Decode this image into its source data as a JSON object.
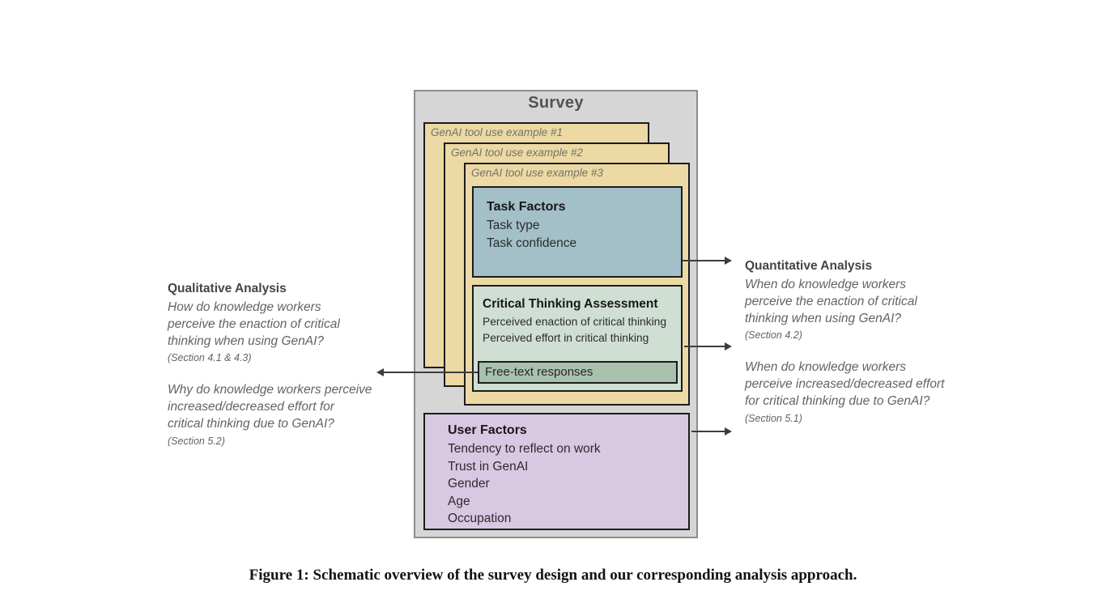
{
  "survey": {
    "title": "Survey",
    "examples": [
      {
        "label": "GenAI tool use example #1"
      },
      {
        "label": "GenAI tool use example #2"
      },
      {
        "label": "GenAI tool use example #3"
      }
    ],
    "task_factors": {
      "title": "Task Factors",
      "items": [
        "Task type",
        "Task confidence"
      ]
    },
    "critical_thinking": {
      "title": "Critical Thinking Assessment",
      "items": [
        "Perceived enaction of critical thinking",
        "Perceived effort in critical thinking"
      ],
      "free_text": "Free-text responses"
    },
    "user_factors": {
      "title": "User Factors",
      "items": [
        "Tendency to reflect on work",
        "Trust in GenAI",
        "Gender",
        "Age",
        "Occupation"
      ]
    }
  },
  "analysis": {
    "qualitative": {
      "title": "Qualitative Analysis",
      "q1": {
        "lines": [
          "How do knowledge workers",
          "perceive the enaction of critical",
          "thinking when using GenAI?"
        ],
        "section": "(Section 4.1 & 4.3)"
      },
      "q2": {
        "lines": [
          "Why do knowledge workers perceive",
          "increased/decreased effort for",
          "critical thinking due to GenAI?"
        ],
        "section": "(Section 5.2)"
      }
    },
    "quantitative": {
      "title": "Quantitative Analysis",
      "q1": {
        "lines": [
          "When do knowledge workers",
          "perceive the enaction of critical",
          "thinking when using GenAI?"
        ],
        "section": "(Section 4.2)"
      },
      "q2": {
        "lines": [
          "When do knowledge workers",
          "perceive increased/decreased effort",
          "for critical thinking due to GenAI?"
        ],
        "section": "(Section 5.1)"
      }
    }
  },
  "caption": {
    "text": "Figure 1: Schematic overview of the survey design and our corresponding analysis approach."
  },
  "colors": {
    "container_bg": "#d6d6d7",
    "example_bg": "#ecd9a3",
    "task_bg": "#a3c0c9",
    "critical_thinking_bg": "#cfdfd3",
    "free_text_bg": "#a8c2ad",
    "user_factors_bg": "#d9c8e1",
    "arrow": "#3d3d40"
  }
}
